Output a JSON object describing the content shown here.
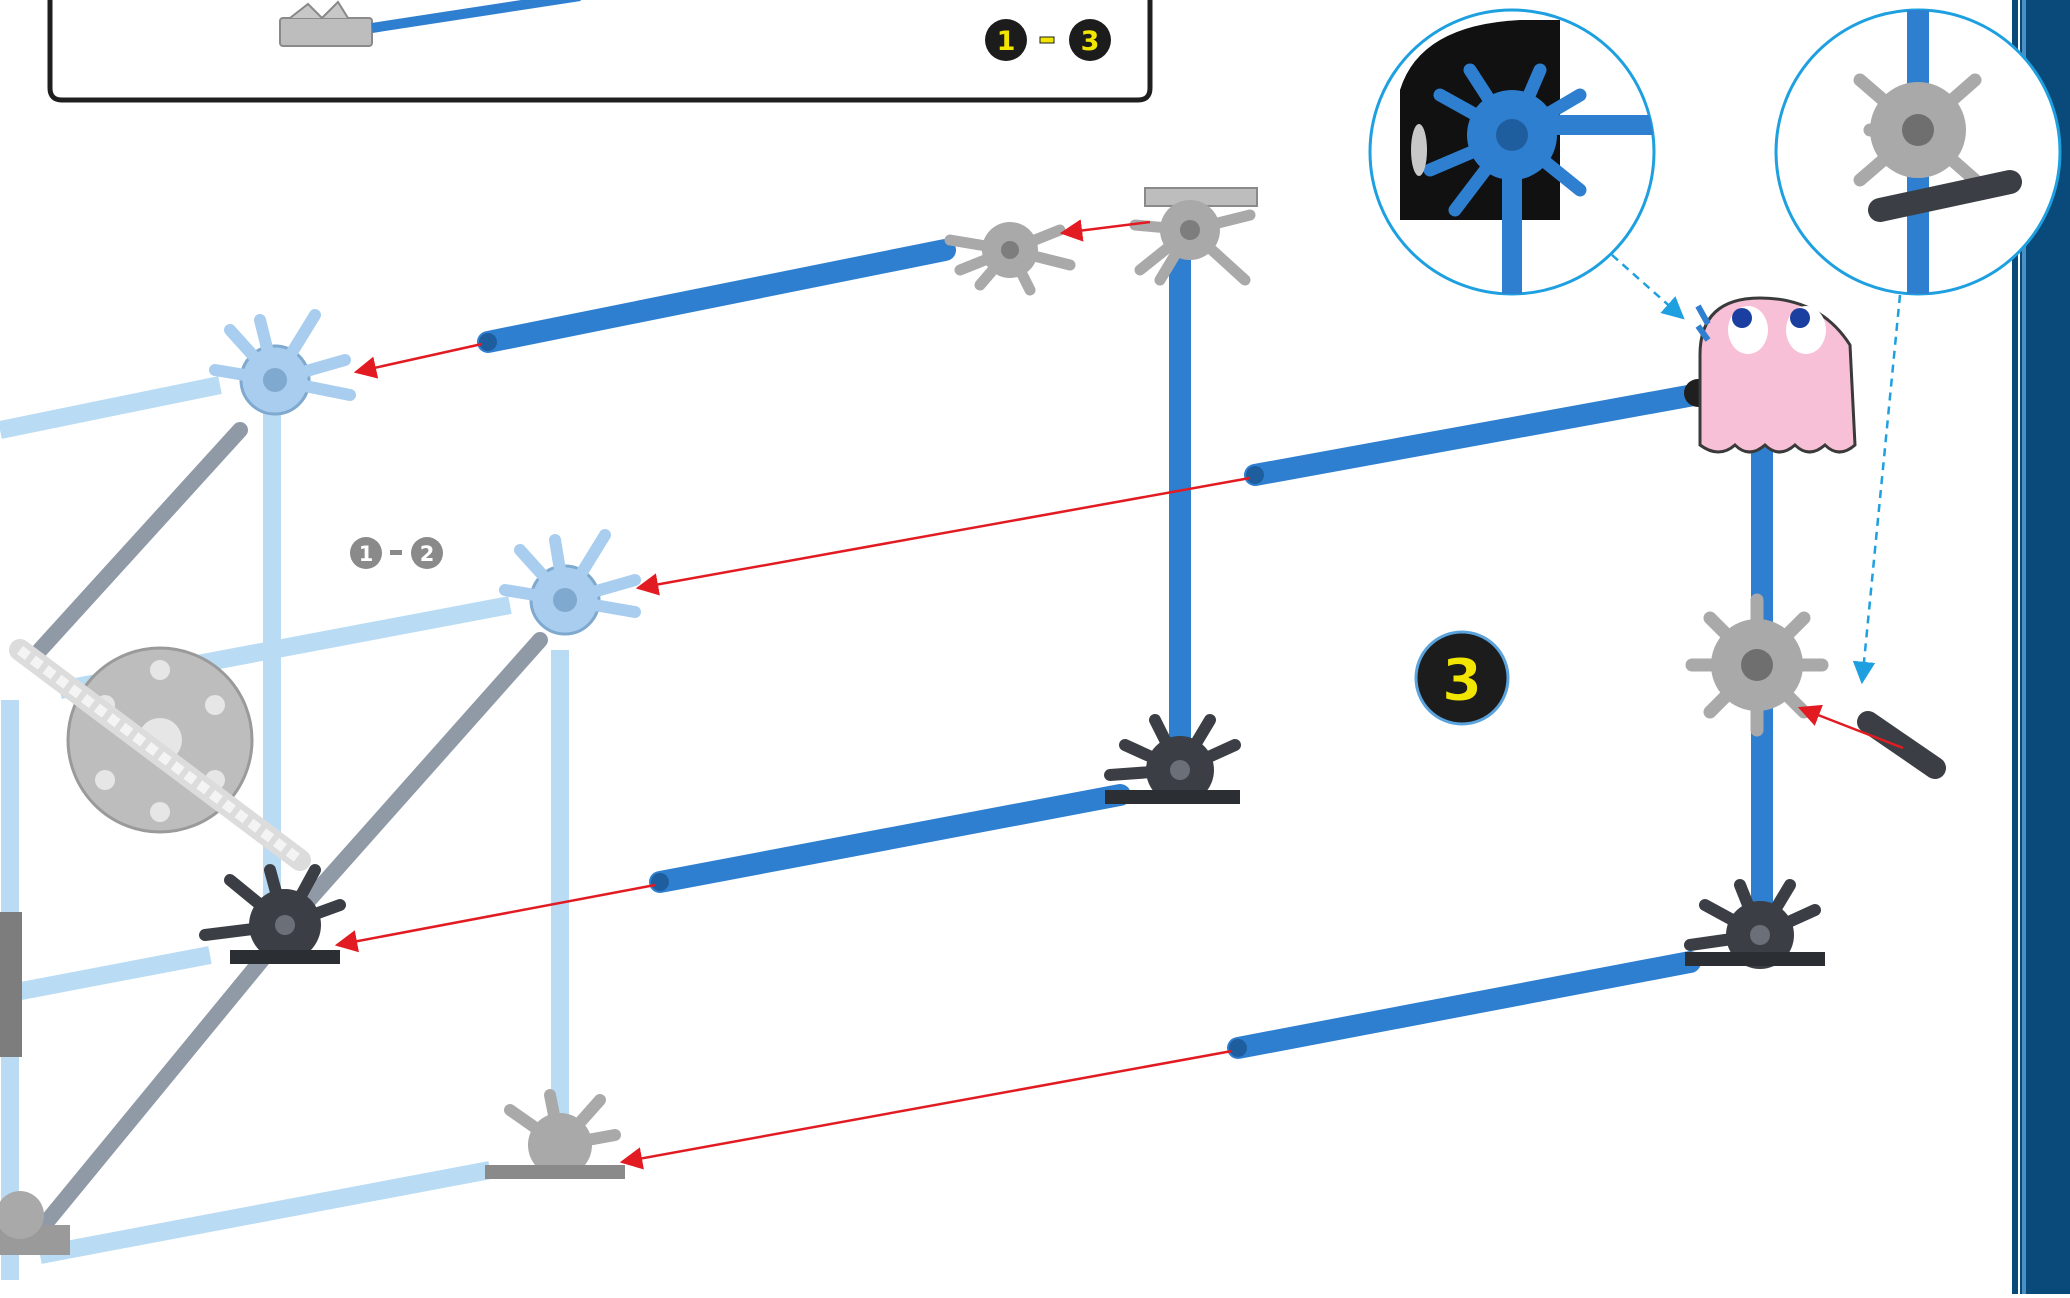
{
  "palette": {
    "rod_blue": "#2f7fd0",
    "rod_light": "#b9dcf4",
    "connector_light": "#a8cdef",
    "connector_gray": "#a9a9a9",
    "connector_dark": "#3b3f45",
    "arrow_red": "#e21b22",
    "arrow_cyan": "#1ea0e0",
    "sidebar_navy": "#0a4a7a",
    "badge_dark": "#1c1c1c",
    "badge_yellow": "#f2e600",
    "ghost_pink": "#f7c0d6"
  },
  "subassembly_box": {
    "range_from": "1",
    "range_to": "3"
  },
  "prior_steps": {
    "range_from": "1",
    "range_to": "2"
  },
  "step": {
    "number": "3"
  },
  "icons": [
    "step-badge",
    "assembly-arrow",
    "detail-callout",
    "ghost-decal"
  ]
}
